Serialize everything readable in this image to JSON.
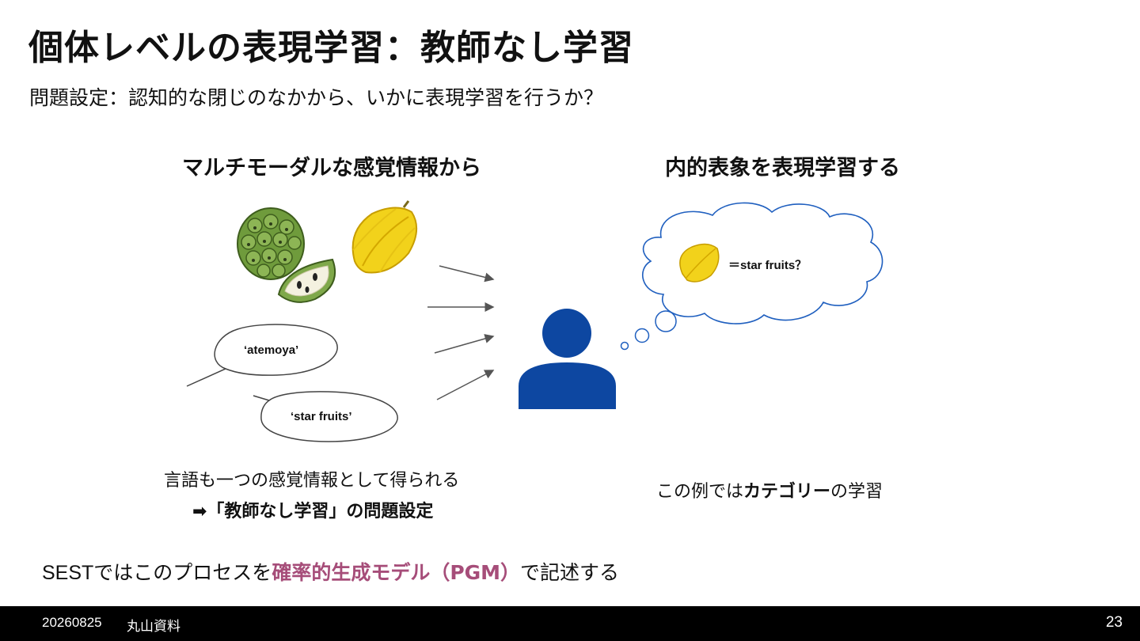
{
  "slide": {
    "title": "個体レベルの表現学習：教師なし学習",
    "subtitle": "問題設定：認知的な閉じのなかから、いかに表現学習を行うか？"
  },
  "left_panel": {
    "heading": "マルチモーダルな感覚情報から",
    "bubble_1": "‘atemoya’",
    "bubble_2": "‘star fruits’",
    "caption_line_1": "言語も一つの感覚情報として得られる",
    "caption_line_2": "➡「教師なし学習」の問題設定"
  },
  "right_panel": {
    "heading": "内的表象を表現学習する",
    "thought_text": "＝star fruits？",
    "caption_prefix": "この例では",
    "caption_bold": "カテゴリー",
    "caption_suffix": "の学習"
  },
  "bottom_line": {
    "prefix_latin": "SEST",
    "prefix_jp": "ではこのプロセスを",
    "highlight": "確率的生成モデル（PGM）",
    "suffix": "で記述する"
  },
  "footer": {
    "date": "20260825",
    "author": "丸山資料",
    "page": "23"
  },
  "colors": {
    "person": "#0d47a1",
    "cloud_stroke": "#1f5fbf",
    "highlight": "#a64d79",
    "footer_bg": "#000000",
    "star_fruit": "#f2d21b",
    "atemoya": "#6f9b3c"
  }
}
